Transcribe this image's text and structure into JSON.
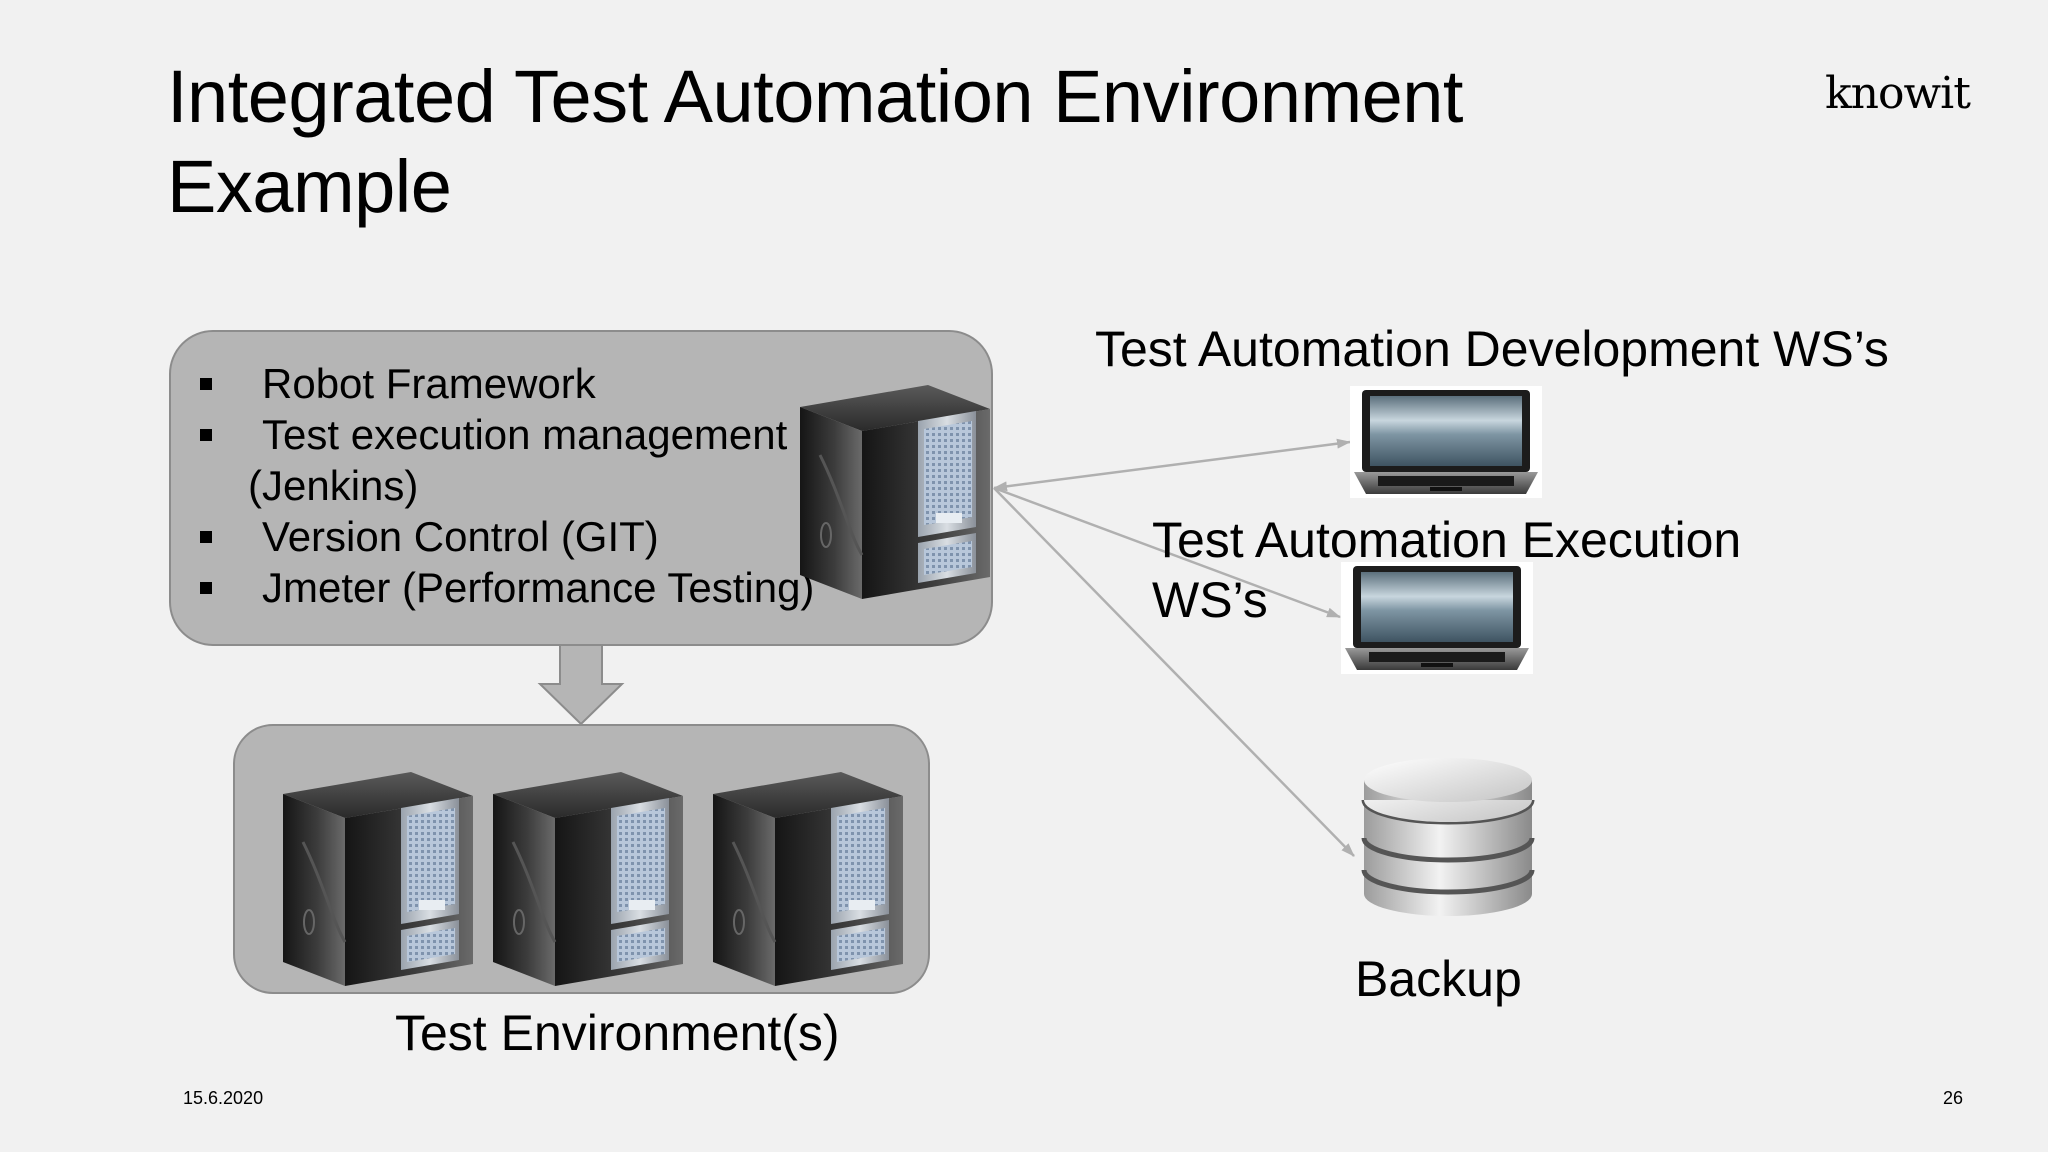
{
  "slide": {
    "title_line1": "Integrated Test Automation Environment",
    "title_line2": "Example",
    "logo": "knowit",
    "date": "15.6.2020",
    "page_number": "26"
  },
  "server_box": {
    "bullets": [
      "Robot Framework",
      "Test execution management",
      "Version Control (GIT)",
      "Jmeter (Performance Testing)"
    ],
    "bullet_continuation": "(Jenkins)"
  },
  "labels": {
    "dev_ws": "Test Automation Development WS’s",
    "exec_ws_line1": "Test Automation Execution",
    "exec_ws_line2": "WS’s",
    "backup": "Backup",
    "test_env": "Test Environment(s)"
  },
  "icons": {
    "server": "server-tower-icon",
    "laptop": "laptop-icon",
    "database": "database-icon",
    "arrow": "down-arrow-icon"
  },
  "colors": {
    "background": "#f1f1f1",
    "box_fill": "#b5b5b5",
    "box_border": "#8c8c8c",
    "connector": "#b0b0b0"
  }
}
